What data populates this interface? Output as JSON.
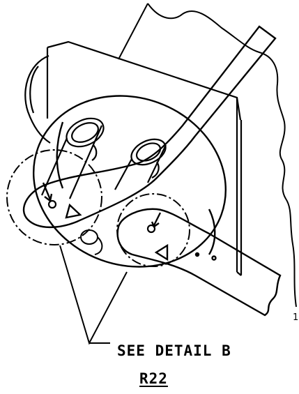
{
  "callout": {
    "detail_text": "SEE DETAIL B",
    "reference_text": "R22",
    "edge_fragment": "1"
  },
  "icons": {
    "triangle_marker": "triangle-outline-icon",
    "arrow": "arrow-down-icon"
  },
  "colors": {
    "ink": "#000000",
    "paper": "#ffffff"
  }
}
